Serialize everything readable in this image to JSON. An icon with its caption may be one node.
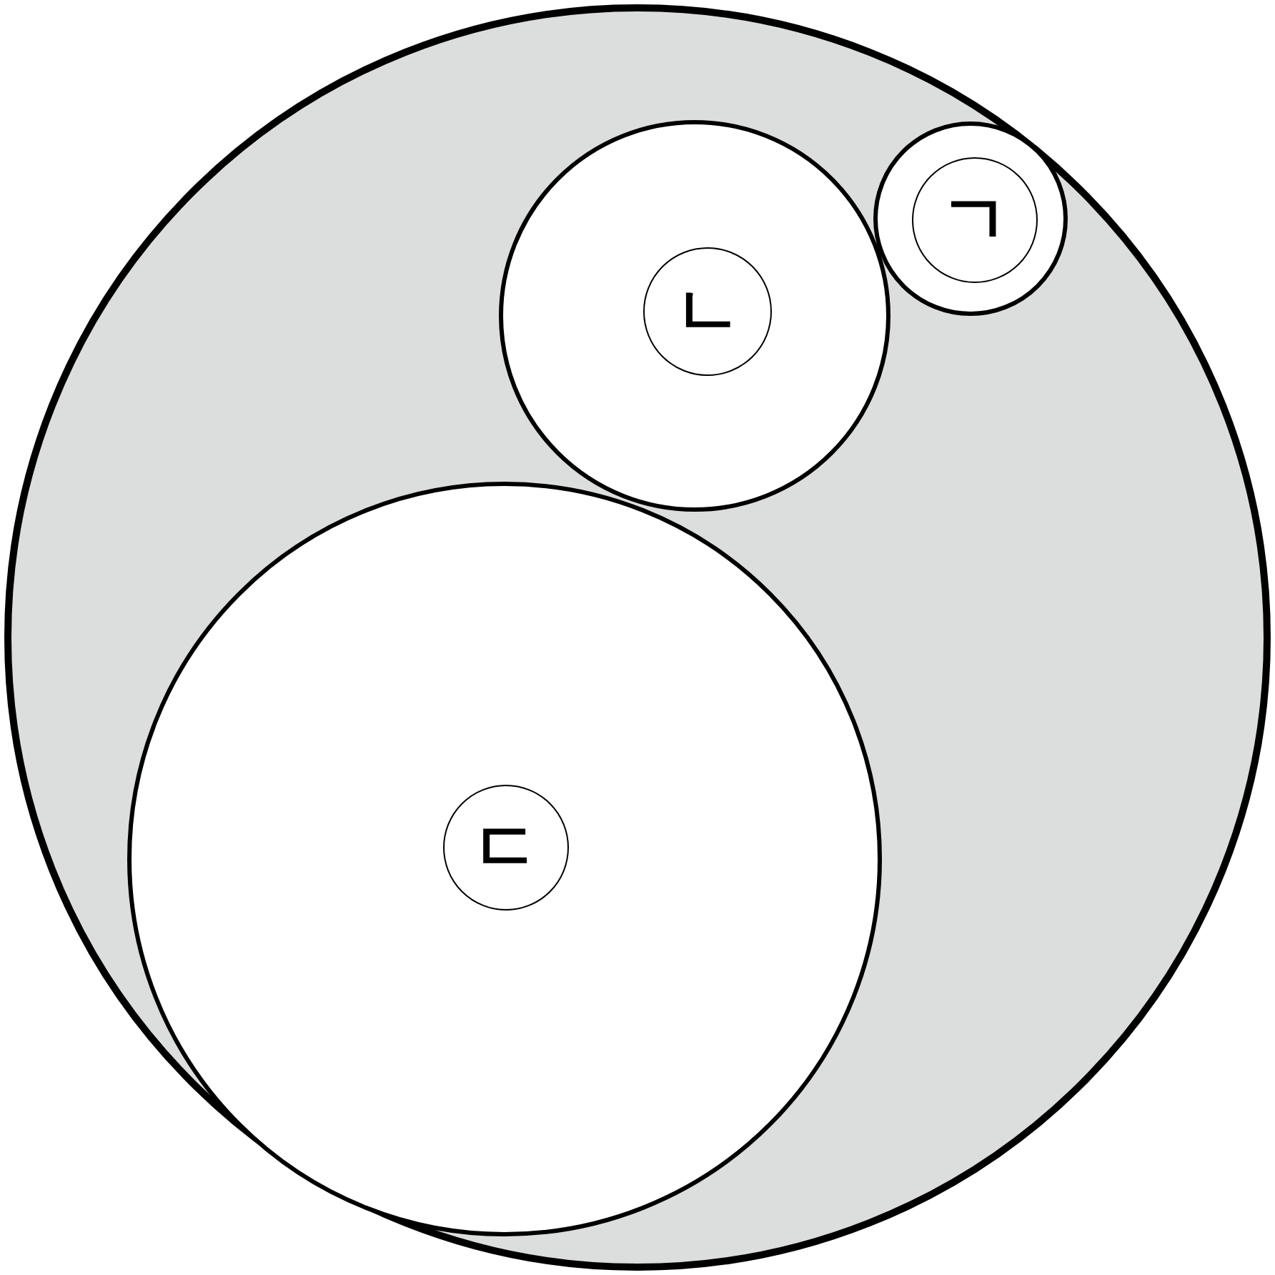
{
  "diagram": {
    "nodes": [
      {
        "text": [],
        "shape": "circle"
      },
      {
        "text": [],
        "shape": "circle",
        "in": 0
      },
      {
        "text": [
          "ㄴ"
        ],
        "in": 1
      },
      {
        "text": [],
        "shape": "circle",
        "in": 0
      },
      {
        "text": [
          "ㄱ"
        ],
        "in": 3
      },
      {
        "text": [],
        "shape": "circle",
        "in": 0
      },
      {
        "text": [
          "ㄷ"
        ],
        "in": 5
      }
    ]
  }
}
